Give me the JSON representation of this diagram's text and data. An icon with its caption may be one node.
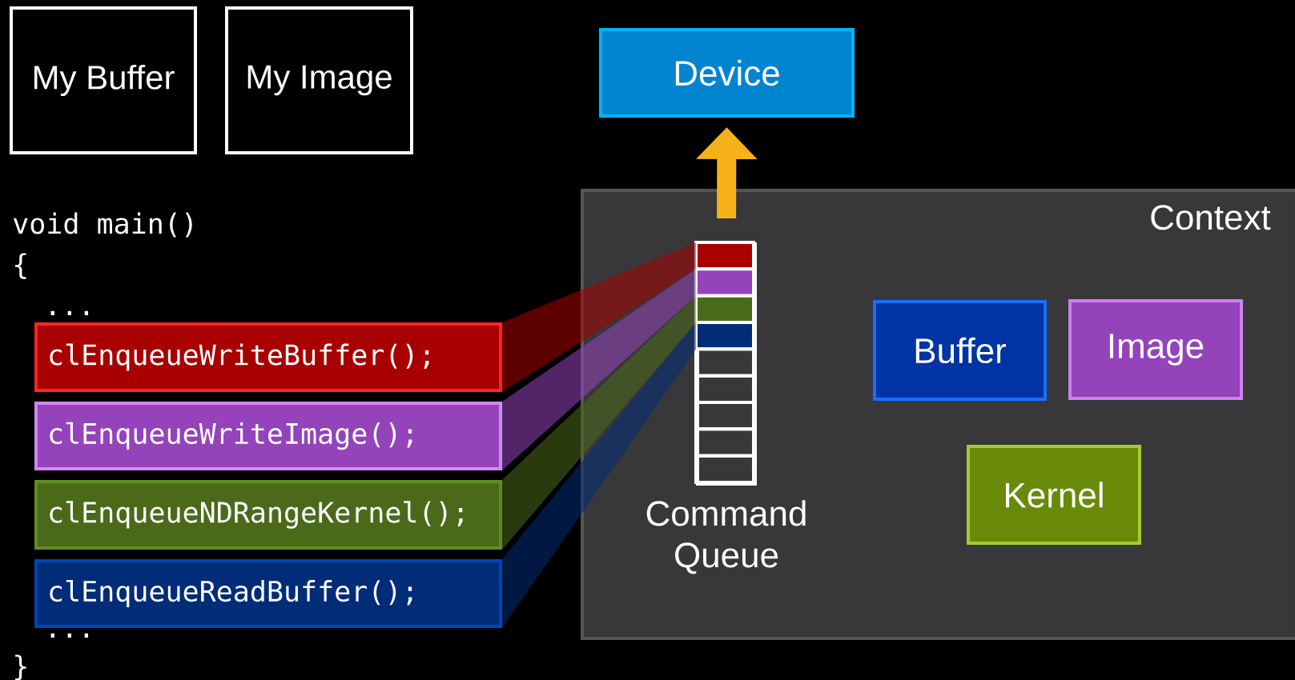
{
  "diagram": {
    "nodes": [
      {
        "text": [
          "My Buffer"
        ]
      },
      {
        "text": [
          "My Image"
        ]
      },
      {
        "text": [
          "Device"
        ]
      },
      {
        "text": [
          "Context"
        ]
      },
      {
        "text": [],
        "shape": "box",
        "beside": [
          "Command Queue"
        ],
        "in": 3
      },
      {
        "text": [
          "Buffer"
        ],
        "in": 3
      },
      {
        "text": [
          "Image"
        ],
        "in": 3
      },
      {
        "text": [
          "Kernel"
        ],
        "in": 3
      },
      {
        "text": [
          "clEnqueueWriteBuffer();"
        ]
      },
      {
        "text": [
          "clEnqueueWriteImage();"
        ]
      },
      {
        "text": [
          "clEnqueueNDRangeKernel();"
        ]
      },
      {
        "text": [
          "clEnqueueReadBuffer();"
        ]
      }
    ],
    "edges": [
      {
        "from": 4,
        "to": 2,
        "arrow": "to",
        "color": "#f7b21b"
      },
      {
        "from": 8,
        "to": 4,
        "arrow": "none",
        "color": "#aa0000"
      },
      {
        "from": 9,
        "to": 4,
        "arrow": "none",
        "color": "#9443bb"
      },
      {
        "from": 10,
        "to": 4,
        "arrow": "none",
        "color": "#4a6a1a"
      },
      {
        "from": 11,
        "to": 4,
        "arrow": "none",
        "color": "#002c78"
      }
    ],
    "labels": [
      "void main()",
      "{",
      "...",
      "...",
      "}"
    ]
  }
}
